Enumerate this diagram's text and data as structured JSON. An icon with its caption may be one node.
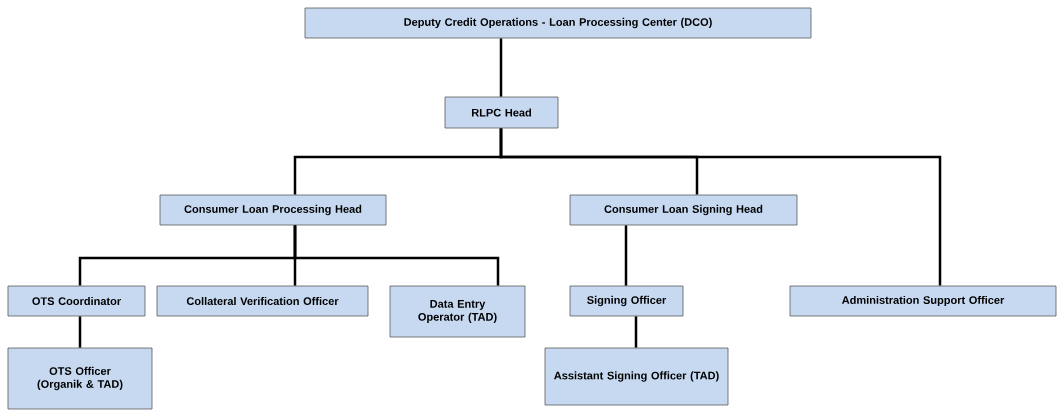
{
  "diagram": {
    "nodes": [
      {
        "text": [
          "Deputy Credit Operations - Loan Processing Center (DCO)"
        ]
      },
      {
        "text": [
          "RLPC Head"
        ]
      },
      {
        "text": [
          "Consumer Loan Processing Head"
        ]
      },
      {
        "text": [
          "Consumer Loan Signing Head"
        ]
      },
      {
        "text": [
          "OTS Coordinator"
        ]
      },
      {
        "text": [
          "Collateral Verification Officer"
        ]
      },
      {
        "text": [
          "Data Entry Operator (TAD)"
        ]
      },
      {
        "text": [
          "Signing Officer"
        ]
      },
      {
        "text": [
          "Administration Support Officer"
        ]
      },
      {
        "text": [
          "OTS Officer (Organik & TAD)"
        ]
      },
      {
        "text": [
          "Assistant Signing Officer (TAD)"
        ]
      }
    ],
    "edges": [
      {
        "from": 0,
        "to": 1,
        "arrow": "none"
      },
      {
        "from": 1,
        "to": 2,
        "arrow": "none"
      },
      {
        "from": 1,
        "to": 3,
        "arrow": "none"
      },
      {
        "from": 1,
        "to": 8,
        "arrow": "none"
      },
      {
        "from": 2,
        "to": 4,
        "arrow": "none"
      },
      {
        "from": 2,
        "to": 5,
        "arrow": "none"
      },
      {
        "from": 2,
        "to": 6,
        "arrow": "none"
      },
      {
        "from": 3,
        "to": 7,
        "arrow": "none"
      },
      {
        "from": 4,
        "to": 9,
        "arrow": "none"
      },
      {
        "from": 7,
        "to": 10,
        "arrow": "none"
      }
    ]
  }
}
